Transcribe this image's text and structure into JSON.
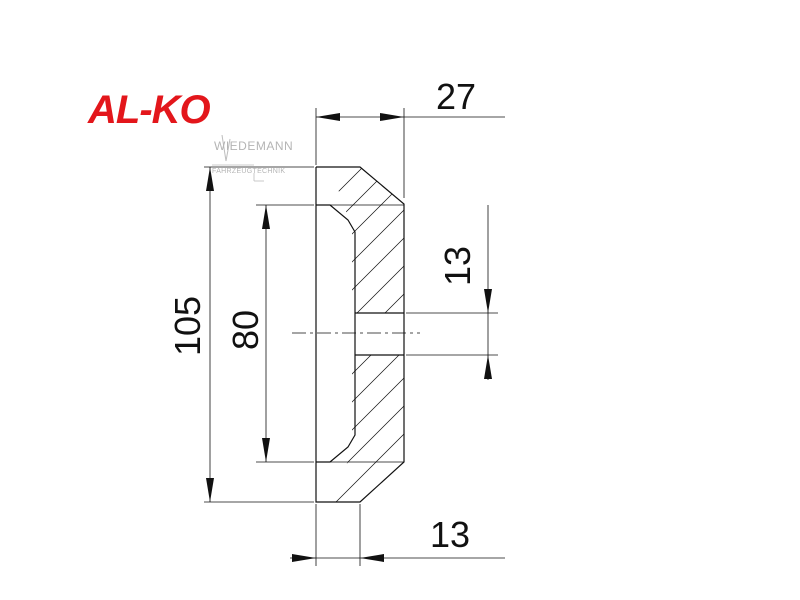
{
  "brand": {
    "logo_text_red": "AL-KO",
    "logo_color": "#e3161b",
    "watermark_line1": "WIEDEMANN",
    "watermark_line2": "FAHRZEUGTECHNIK"
  },
  "dimensions": {
    "total_width": "27",
    "hole_diameter": "13",
    "outer_height": "105",
    "inner_height": "80",
    "base_thickness": "13"
  }
}
